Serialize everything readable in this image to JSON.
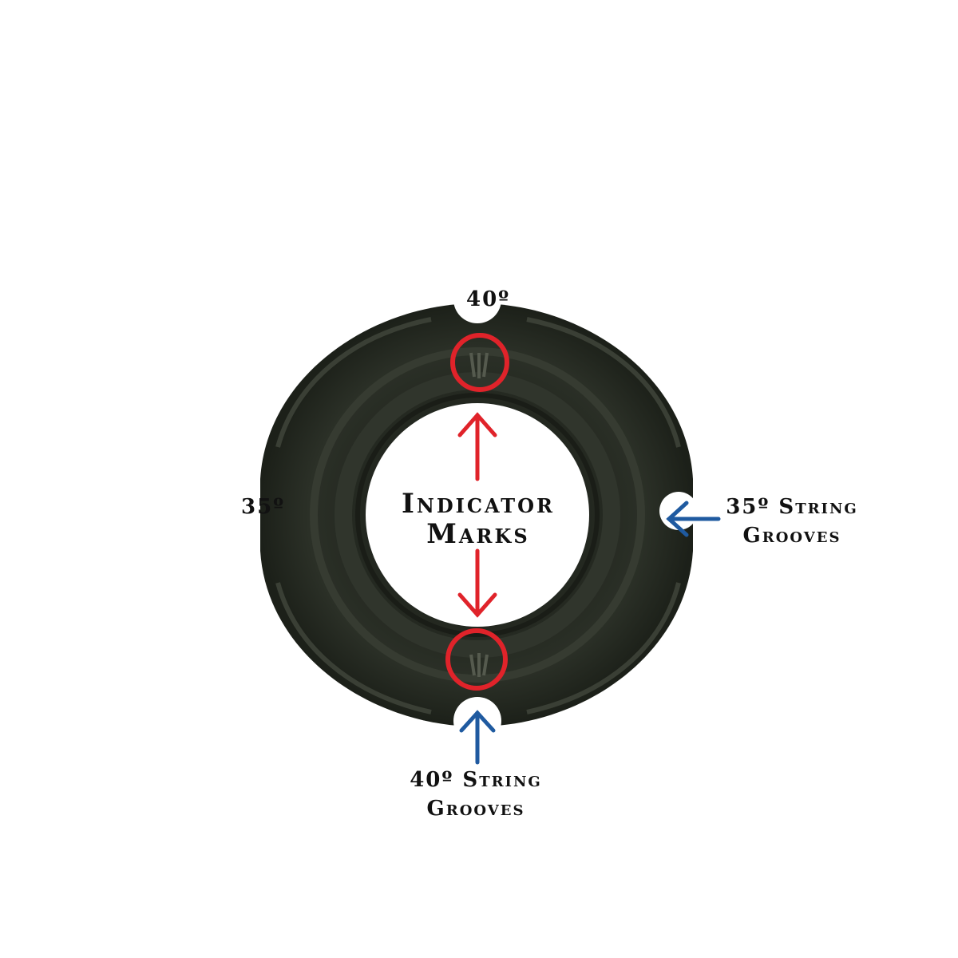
{
  "labels": {
    "top_angle": "40º",
    "left_angle": "35º",
    "center_line1": "Indicator",
    "center_line2": "Marks",
    "right_line1": "35º String",
    "right_line2": "Grooves",
    "bottom_line1": "40º String",
    "bottom_line2": "Grooves"
  },
  "colors": {
    "indicator_red": "#e0232a",
    "groove_blue": "#1f5aa0",
    "peep_body": "#262a22"
  },
  "icons": [
    "indicator-circle-icon",
    "double-arrow-icon",
    "groove-arrow-icon"
  ]
}
